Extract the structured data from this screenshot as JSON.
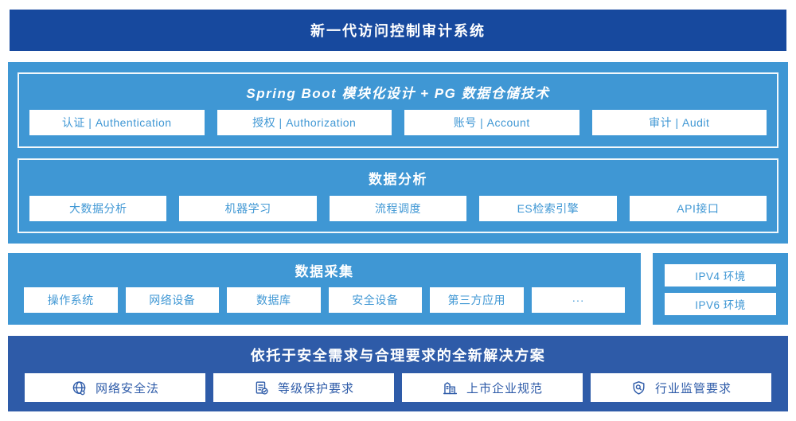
{
  "banner": {
    "title": "新一代访问控制审计系统"
  },
  "platform": {
    "modules_section": {
      "title": "Spring Boot 模块化设计 + PG 数据仓储技术",
      "items": [
        "认证 | Authentication",
        "授权 | Authorization",
        "账号 | Account",
        "审计 | Audit"
      ]
    },
    "analysis_section": {
      "title": "数据分析",
      "items": [
        "大数据分析",
        "机器学习",
        "流程调度",
        "ES检索引擎",
        "API接口"
      ]
    }
  },
  "collection": {
    "title": "数据采集",
    "items": [
      "操作系统",
      "网络设备",
      "数据库",
      "安全设备",
      "第三方应用",
      "···"
    ]
  },
  "environments": {
    "items": [
      "IPV4 环境",
      "IPV6 环境"
    ]
  },
  "solution": {
    "title": "依托于安全需求与合理要求的全新解决方案",
    "items": [
      {
        "icon": "globe-icon",
        "label": "网络安全法"
      },
      {
        "icon": "document-check-icon",
        "label": "等级保护要求"
      },
      {
        "icon": "building-icon",
        "label": "上市企业规范"
      },
      {
        "icon": "shield-search-icon",
        "label": "行业监管要求"
      }
    ]
  },
  "colors": {
    "banner_navy": "#17499E",
    "light_blue": "#3F97D4",
    "solution_blue": "#2E5BA8",
    "box_background": "#FFFFFF"
  }
}
